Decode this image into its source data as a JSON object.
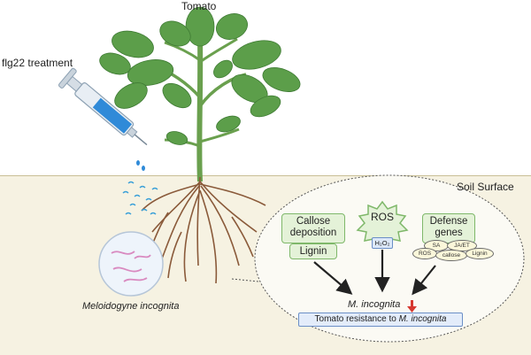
{
  "labels": {
    "tomato": "Tomato",
    "treatment": "flg22 treatment",
    "soil_surface": "Soil Surface",
    "nematode": "Meloidogyne incognita"
  },
  "effects": {
    "callose_line1": "Callose",
    "callose_line2": "deposition",
    "lignin": "Lignin",
    "ros": "ROS",
    "h2o2": "H₂O₂",
    "defense_line1": "Defense",
    "defense_line2": "genes",
    "sa": "SA",
    "jaet": "JA/ET",
    "ros_small": "ROS",
    "callose_small": "callose",
    "lignin_small": "Lignin"
  },
  "outcome": {
    "target": "M. incognita",
    "resistance_prefix": "Tomato resistance to ",
    "resistance_species": "M. incognita"
  },
  "colors": {
    "soil": "#f6f2e2",
    "leaf": "#5c9e4a",
    "box_fill": "#e4f2d8",
    "box_border": "#7fb86a",
    "down_arrow": "#d6372f",
    "result_box": "#e3ecfa"
  }
}
